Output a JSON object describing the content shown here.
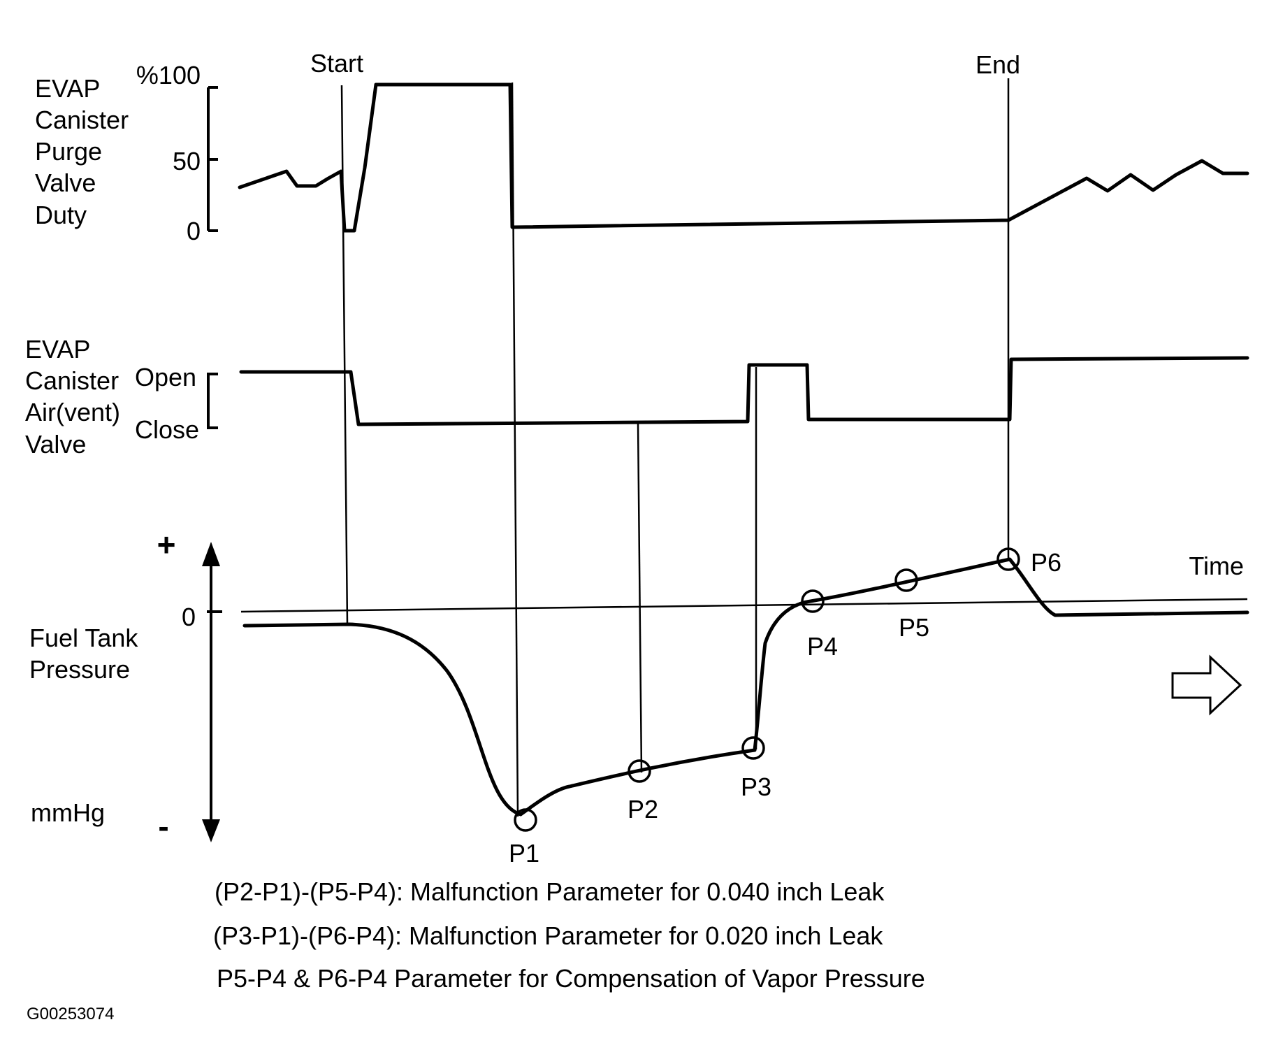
{
  "markers": {
    "start": "Start",
    "end": "End"
  },
  "purge_valve": {
    "label_lines": [
      "EVAP",
      "Canister",
      "Purge",
      "Valve",
      "Duty"
    ],
    "ticks": [
      "%100",
      "50",
      "0"
    ]
  },
  "vent_valve": {
    "label_lines": [
      "EVAP",
      "Canister",
      "Air(vent)",
      "Valve"
    ],
    "states": [
      "Open",
      "Close"
    ]
  },
  "fuel_tank": {
    "label_lines": [
      "Fuel Tank",
      "Pressure"
    ],
    "unit": "mmHg",
    "plus": "+",
    "minus": "-",
    "zero": "0",
    "time_label": "Time"
  },
  "points": [
    "P1",
    "P2",
    "P3",
    "P4",
    "P5",
    "P6"
  ],
  "formulas": [
    "(P2-P1)-(P5-P4): Malfunction Parameter for 0.040 inch Leak",
    "(P3-P1)-(P6-P4): Malfunction Parameter for 0.020 inch Leak",
    "P5-P4 & P6-P4 Parameter for Compensation of Vapor Pressure"
  ],
  "figure_id": "G00253074"
}
